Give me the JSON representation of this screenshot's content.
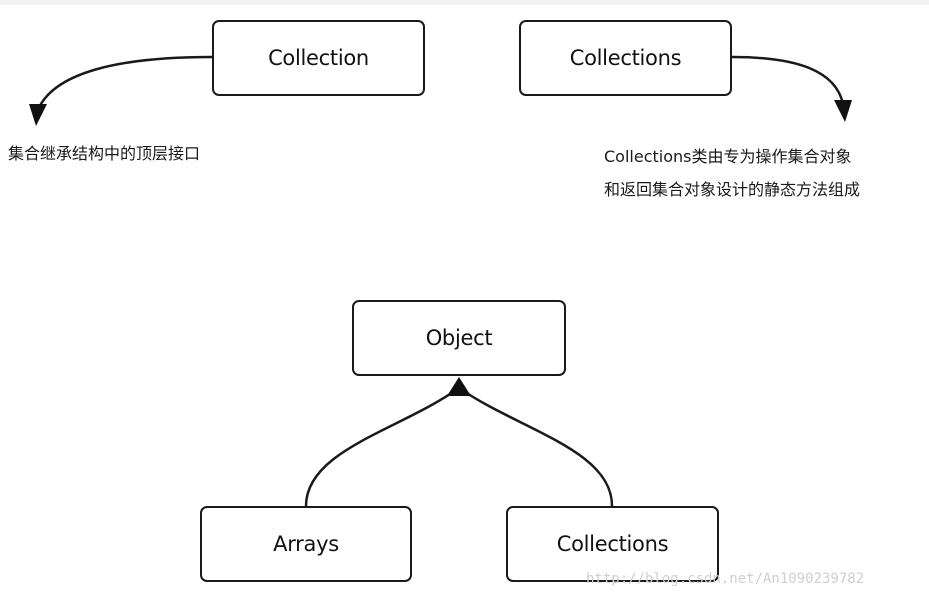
{
  "nodes": {
    "collection": "Collection",
    "collections_top": "Collections",
    "object": "Object",
    "arrays": "Arrays",
    "collections_bottom": "Collections"
  },
  "notes": {
    "collection_desc": "集合继承结构中的顶层接口",
    "collections_desc_line1": "Collections类由专为操作集合对象",
    "collections_desc_line2": "和返回集合对象设计的静态方法组成"
  },
  "watermark": "http://blog.csdn.net/An1090239782",
  "colors": {
    "stroke": "#1a1a1a",
    "background": "#ffffff",
    "watermark": "#cfcfcf"
  }
}
